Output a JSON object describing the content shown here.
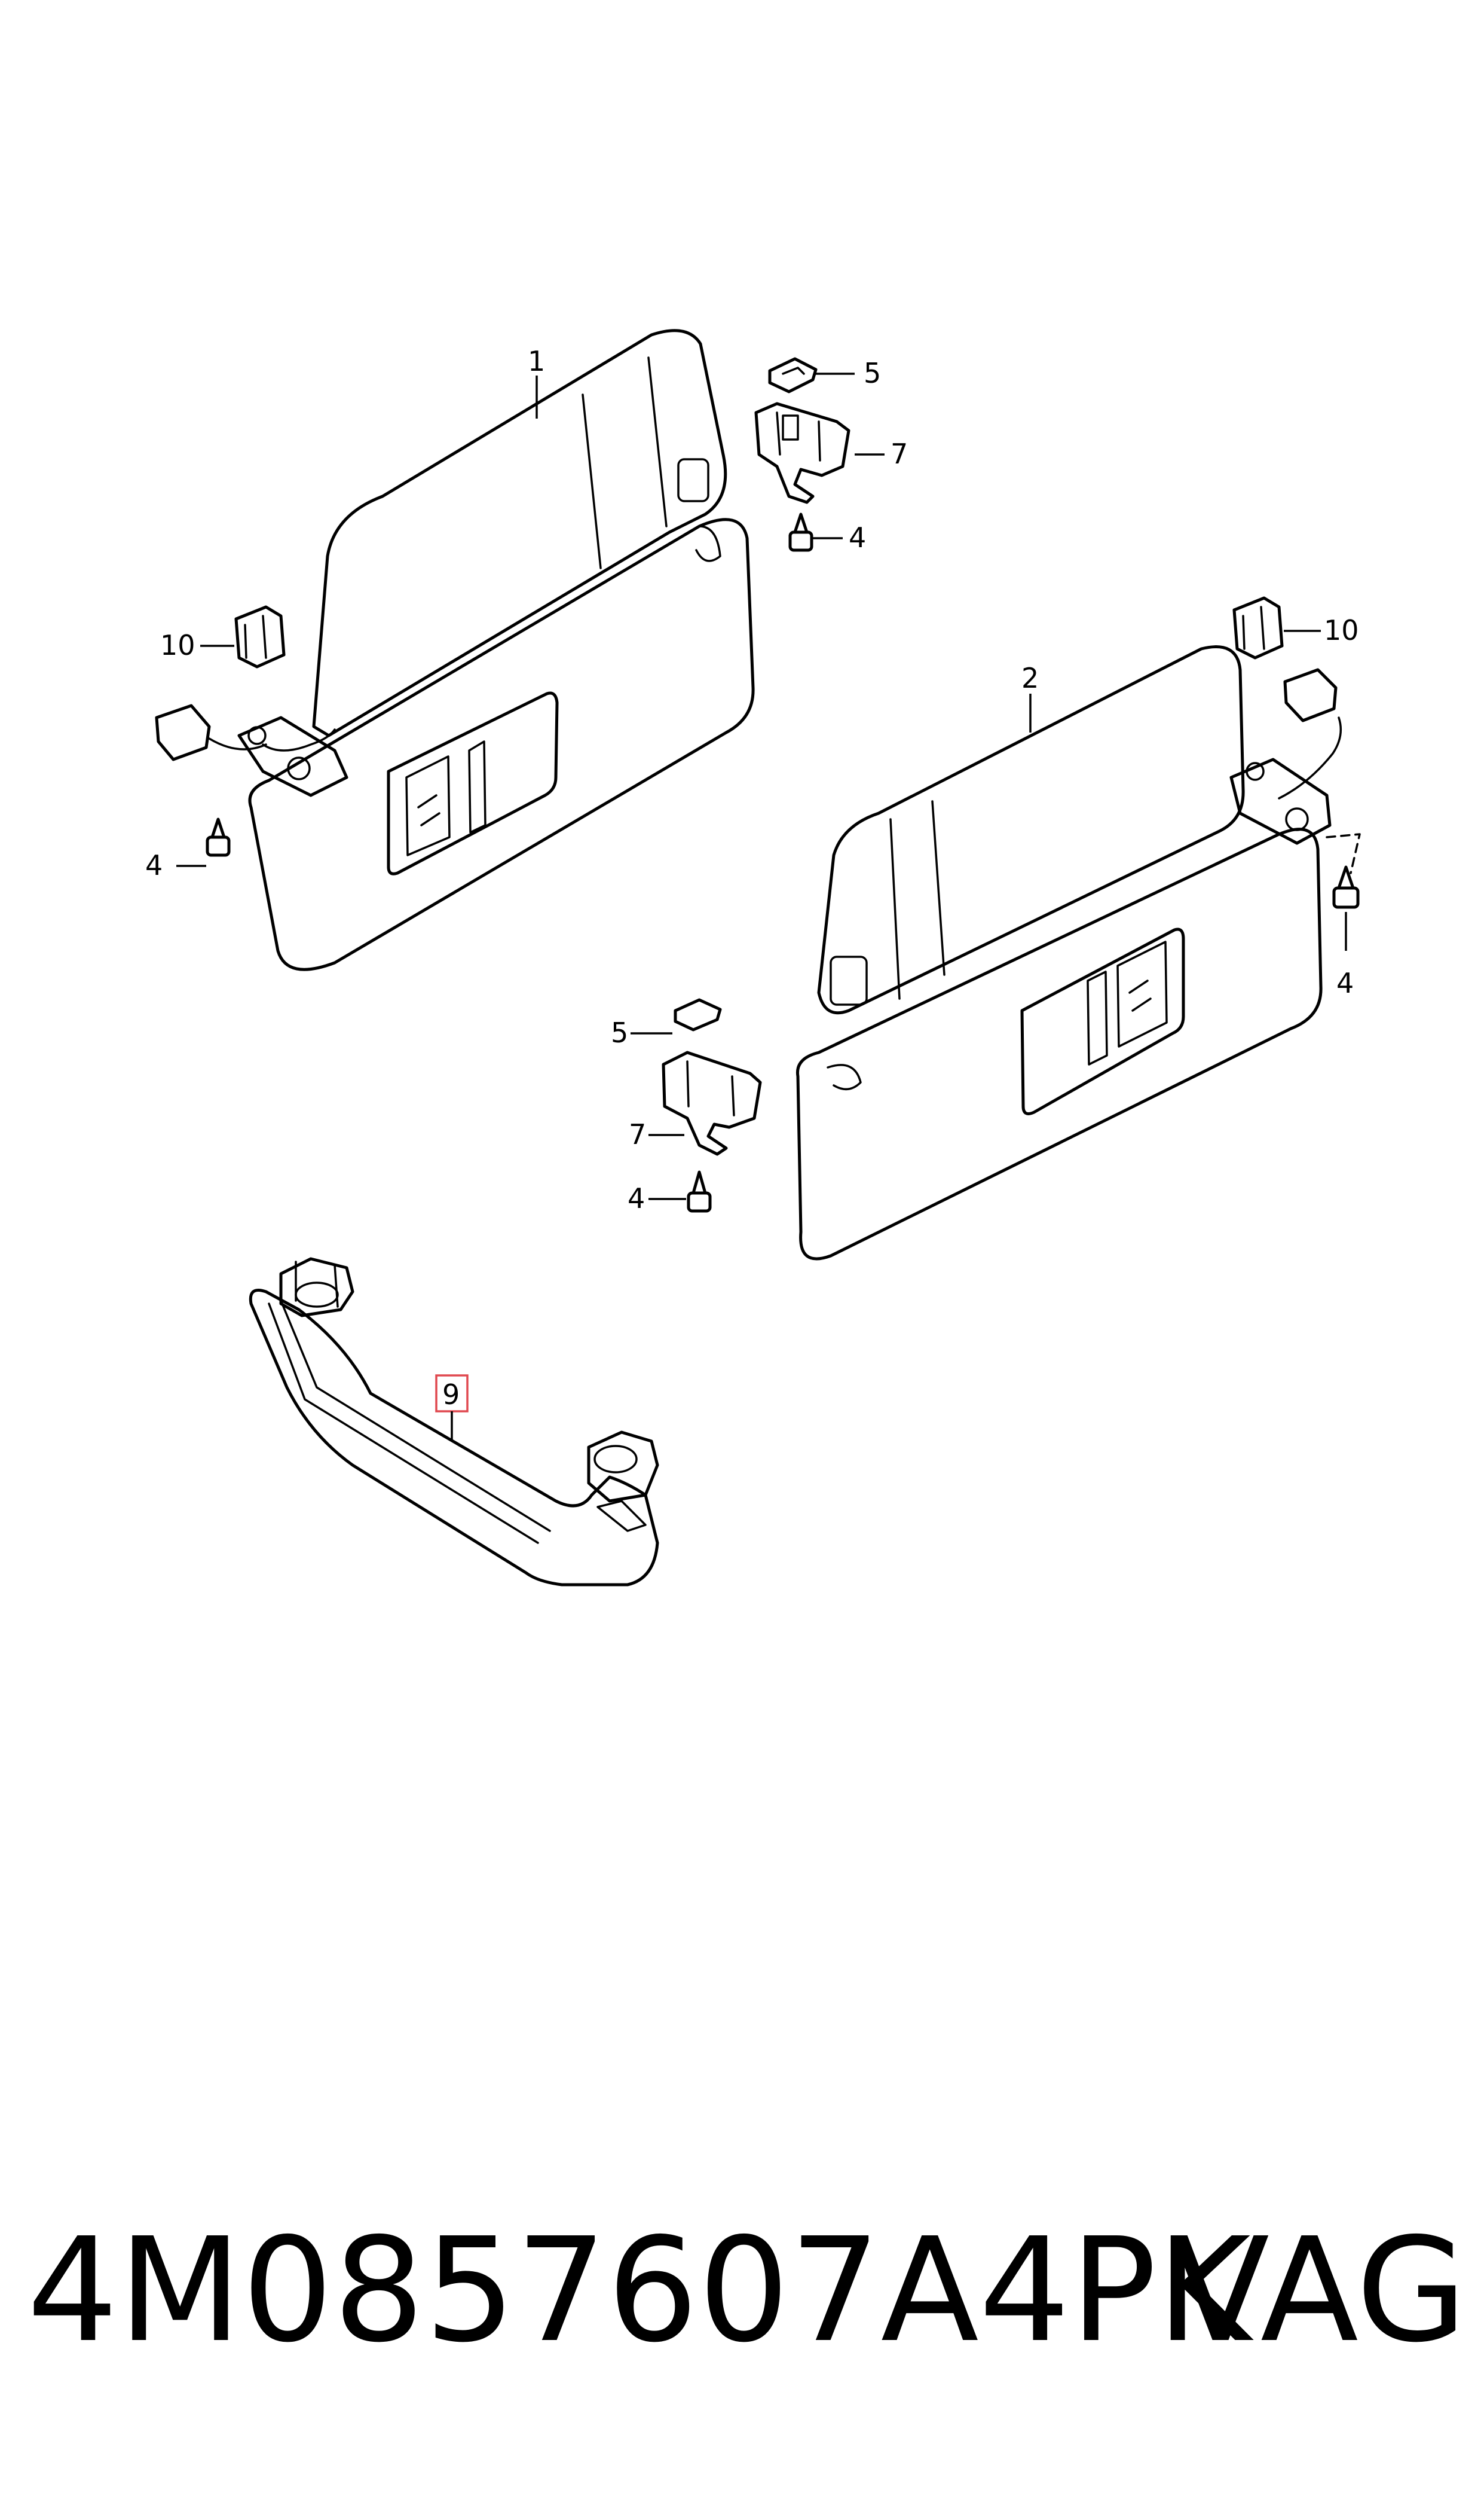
{
  "callouts": {
    "c1": "1",
    "c2": "2",
    "c4_top": "4",
    "c4_left": "4",
    "c4_right": "4",
    "c4_mid": "4",
    "c5_top": "5",
    "c5_mid": "5",
    "c7_top": "7",
    "c7_mid": "7",
    "c9": "9",
    "c10_left": "10",
    "c10_right": "10"
  },
  "highlight_color": "#e0484f",
  "footer": {
    "part_number": "4M0857607A4PK",
    "brand": "VAG"
  }
}
